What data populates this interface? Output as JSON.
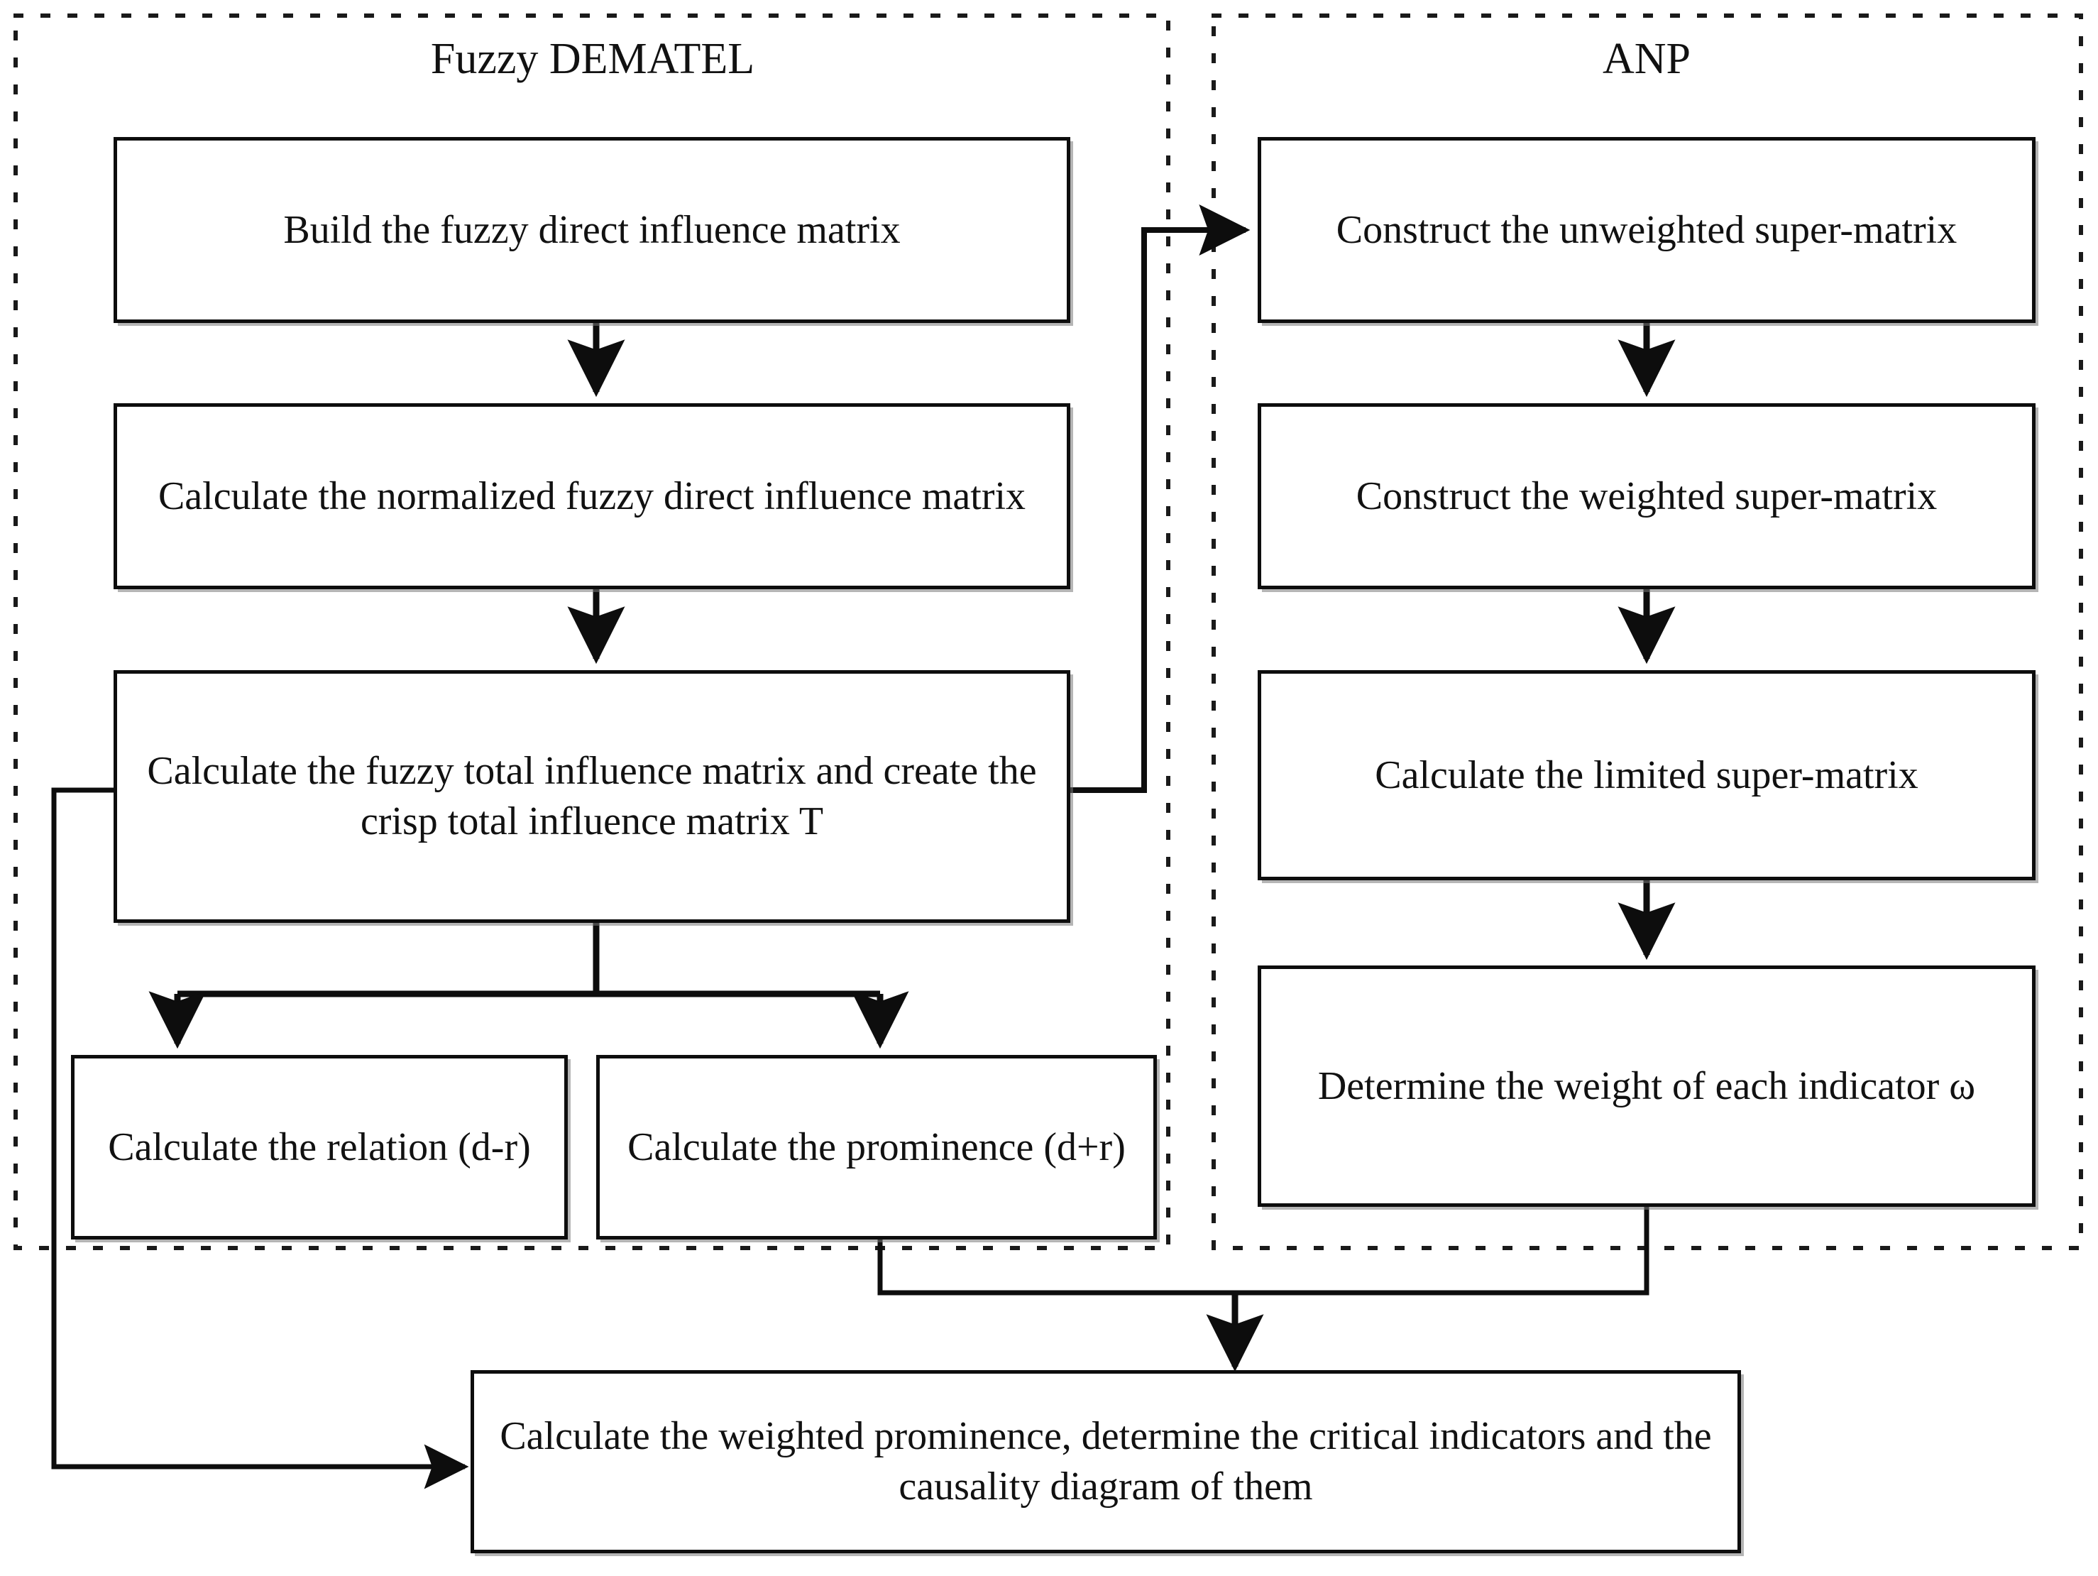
{
  "diagram": {
    "title_left": "Fuzzy DEMATEL",
    "title_right": "ANP",
    "panels": [
      {
        "id": "left-panel",
        "label": "Fuzzy DEMATEL"
      },
      {
        "id": "right-panel",
        "label": "ANP"
      }
    ],
    "nodes": [
      {
        "id": "build-fuzzy-direct-influence-matrix",
        "label": "Build the fuzzy direct influence matrix",
        "panel": "Fuzzy DEMATEL"
      },
      {
        "id": "calculate-normalized-fuzzy-direct-influence-matrix",
        "label": "Calculate the normalized fuzzy direct influence matrix",
        "panel": "Fuzzy DEMATEL"
      },
      {
        "id": "calculate-fuzzy-total-influence-matrix",
        "label": "Calculate the fuzzy total influence matrix and create the crisp total influence matrix T",
        "panel": "Fuzzy DEMATEL"
      },
      {
        "id": "calculate-relation",
        "label": "Calculate the relation (d-r)",
        "panel": "Fuzzy DEMATEL"
      },
      {
        "id": "calculate-prominence",
        "label": "Calculate the prominence (d+r)",
        "panel": "Fuzzy DEMATEL"
      },
      {
        "id": "construct-unweighted-super-matrix",
        "label": "Construct the unweighted super-matrix",
        "panel": "ANP"
      },
      {
        "id": "construct-weighted-super-matrix",
        "label": "Construct the weighted super-matrix",
        "panel": "ANP"
      },
      {
        "id": "calculate-limited-super-matrix",
        "label": "Calculate the limited super-matrix",
        "panel": "ANP"
      },
      {
        "id": "determine-weight-each-indicator",
        "label": "Determine the weight of each indicator ω",
        "panel": "ANP"
      },
      {
        "id": "calculate-weighted-prominence",
        "label": "Calculate the weighted prominence, determine the critical indicators and  the causality diagram of them",
        "panel": "none"
      }
    ],
    "edges": [
      {
        "from": "build-fuzzy-direct-influence-matrix",
        "to": "calculate-normalized-fuzzy-direct-influence-matrix",
        "style": "arrow-down"
      },
      {
        "from": "calculate-normalized-fuzzy-direct-influence-matrix",
        "to": "calculate-fuzzy-total-influence-matrix",
        "style": "arrow-down"
      },
      {
        "from": "calculate-fuzzy-total-influence-matrix",
        "to": "calculate-relation",
        "style": "split-down-left"
      },
      {
        "from": "calculate-fuzzy-total-influence-matrix",
        "to": "calculate-prominence",
        "style": "split-down-right"
      },
      {
        "from": "calculate-fuzzy-total-influence-matrix",
        "to": "construct-unweighted-super-matrix",
        "style": "right-up-right"
      },
      {
        "from": "construct-unweighted-super-matrix",
        "to": "construct-weighted-super-matrix",
        "style": "arrow-down"
      },
      {
        "from": "construct-weighted-super-matrix",
        "to": "calculate-limited-super-matrix",
        "style": "arrow-down"
      },
      {
        "from": "calculate-limited-super-matrix",
        "to": "determine-weight-each-indicator",
        "style": "arrow-down"
      },
      {
        "from": "calculate-prominence",
        "to": "calculate-weighted-prominence",
        "style": "down-merge"
      },
      {
        "from": "determine-weight-each-indicator",
        "to": "calculate-weighted-prominence",
        "style": "down-merge"
      },
      {
        "from": "calculate-fuzzy-total-influence-matrix",
        "to": "calculate-weighted-prominence",
        "style": "left-down-right"
      }
    ]
  }
}
